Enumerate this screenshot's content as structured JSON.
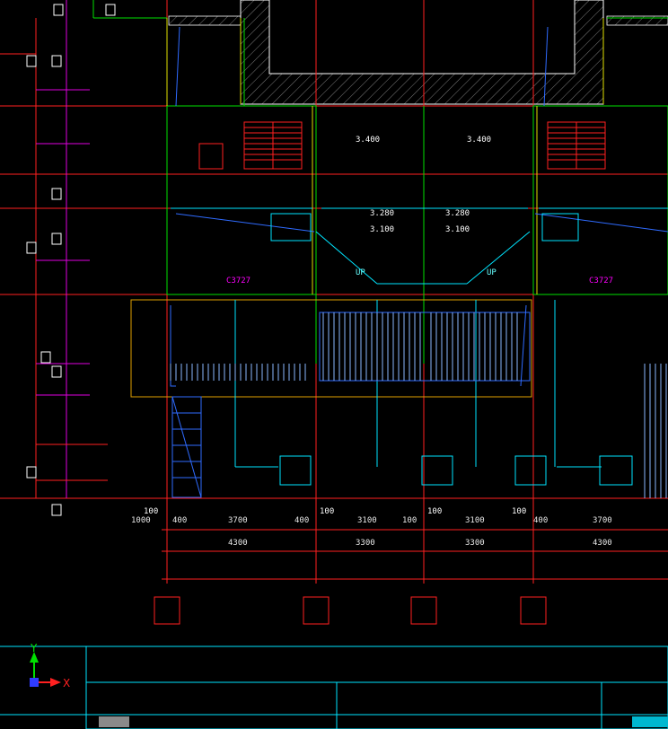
{
  "drawing": {
    "dims_row1": [
      "1000",
      "400",
      "3700",
      "400",
      "3100",
      "100",
      "3100",
      "400",
      "3700"
    ],
    "dims_row2": [
      "4300",
      "3300",
      "3300",
      "4300"
    ],
    "elevations": [
      "3.400",
      "3.400"
    ],
    "room_labels_cyan": [
      "3.280",
      "3.280",
      "3.100",
      "3.100"
    ],
    "stair_texts": [
      "UP",
      "UP"
    ],
    "axis_markers": [
      "100",
      "100",
      "100",
      "100"
    ],
    "magenta_tags": [
      "C3727",
      "C3727"
    ]
  },
  "ucs": {
    "x_label": "X",
    "y_label": "Y"
  },
  "colors": {
    "background": "#000000",
    "axis_red": "#ff2020",
    "wall_green": "#00e000",
    "cyan": "#00e5ff",
    "blue": "#2f6bff",
    "magenta": "#e000e0",
    "yellow": "#e0e000",
    "orange": "#e08a00",
    "white": "#ffffff",
    "gray": "#8a8a8a"
  }
}
